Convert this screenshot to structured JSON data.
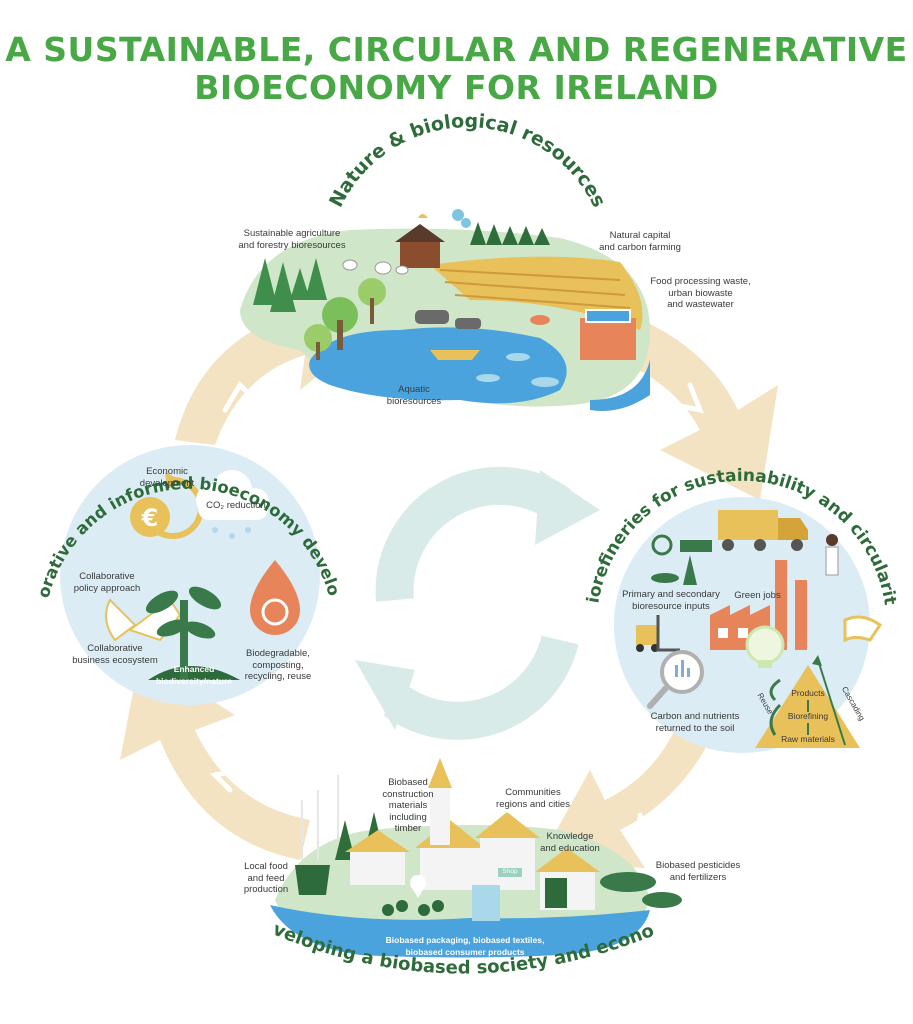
{
  "title": {
    "line1": "A SUSTAINABLE, CIRCULAR AND REGENERATIVE",
    "line2": "BIOECONOMY FOR IRELAND"
  },
  "colors": {
    "title_green": "#47a845",
    "heading_green": "#2e6b3a",
    "cycle_arrow": "#f3e3c2",
    "center_arrow": "#d9ebe8",
    "circle_fill": "#dcecf5",
    "water": "#4aa3dc",
    "orange": "#e8845a",
    "yellow": "#e8c15a"
  },
  "nature": {
    "heading": "Nature & biological resources",
    "labels": {
      "sustainable": "Sustainable agriculture\nand forestry bioresources",
      "natural_capital": "Natural capital\nand carbon farming",
      "food_waste": "Food processing waste,\nurban biowaste\nand wastewater",
      "aquatic": "Aquatic\nbioresources"
    }
  },
  "biorefineries": {
    "heading": "Biorefineries for sustainability and circularity",
    "labels": {
      "inputs": "Primary and secondary\nbioresource inputs",
      "green_jobs": "Green jobs",
      "carbon": "Carbon and nutrients\nreturned to the soil",
      "products": "Products",
      "biorefining": "Biorefining",
      "raw_materials": "Raw materials",
      "reuse": "Reuse",
      "cascading": "Cascading"
    }
  },
  "society": {
    "heading": "Developing a biobased society and economy",
    "labels": {
      "construction": "Biobased\nconstruction\nmaterials\nincluding\ntimber",
      "communities": "Communities\nregions and cities",
      "knowledge": "Knowledge\nand education",
      "pesticides": "Biobased pesticides\nand fertilizers",
      "local_food": "Local food\nand feed\nproduction",
      "packaging": "Biobased packaging, biobased textiles,\nbiobased consumer products",
      "shop": "Shop"
    }
  },
  "collaborative": {
    "heading": "Collaborative and informed bioeconomy development",
    "labels": {
      "economic": "Economic\ndevelopment",
      "co2": "CO₂ reduction",
      "policy": "Collaborative\npolicy approach",
      "business": "Collaborative\nbusiness ecosystem",
      "biodegradable": "Biodegradable,\ncomposting,\nrecycling, reuse",
      "biodiversity": "Enhanced\nbiodiversity/nature",
      "euro_symbol": "€"
    }
  }
}
